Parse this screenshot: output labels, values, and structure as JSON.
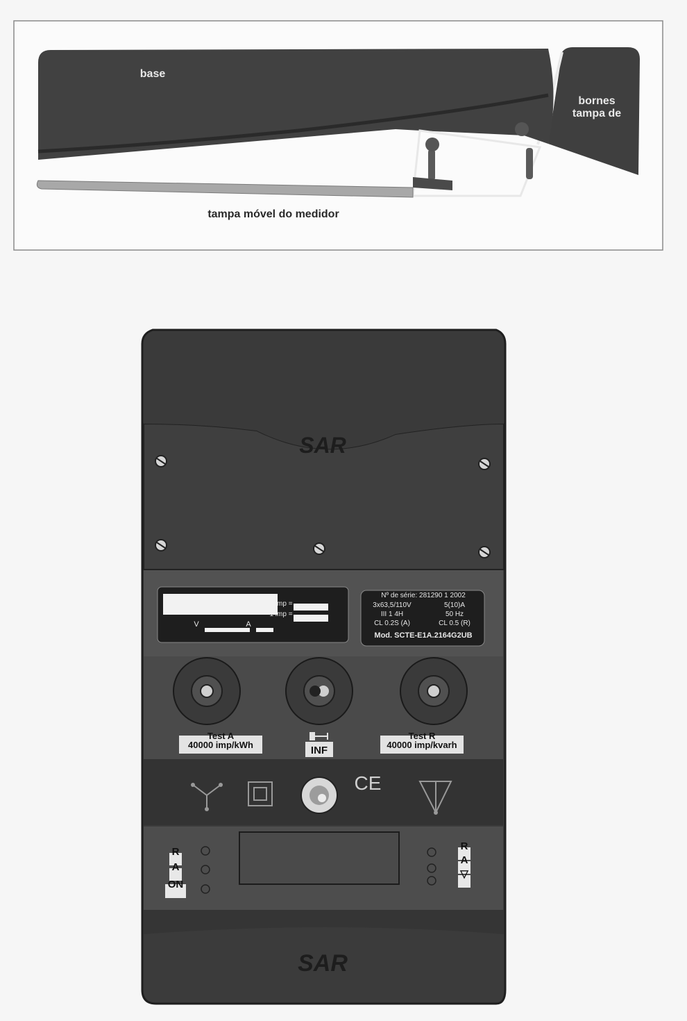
{
  "side_view": {
    "labels": {
      "meter_cover": "tampa móvel do medidor",
      "terminal_cover_line1": "tampa de",
      "terminal_cover_line2": "bornes",
      "base": "base"
    }
  },
  "front_view": {
    "logo_text": "SAR",
    "nameplate": {
      "model": "Mod. SCTE-E1A.2164G2UB",
      "class_a": "CL 0.2S (A)",
      "class_r": "CL 0.5 (R)",
      "wiring": "III  1  4H",
      "frequency": "50 Hz",
      "voltage": "3x63,5/110V",
      "current": "5(10)A",
      "serial": "Nº de série:  281290  1  2002"
    },
    "info_panel": {
      "imp_label_1": "1 imp =",
      "imp_label_2": "1 imp =",
      "volt_unit": "V",
      "amp_unit": "A"
    },
    "test_outputs": {
      "left_const": "40000 imp/kvarh",
      "left_label": "Test R",
      "right_const": "40000 imp/kWh",
      "right_label": "Test A",
      "inf_label": "INF"
    },
    "symbols": {
      "ce": "CE"
    },
    "led_indicators": {
      "left": [
        "▽",
        "A",
        "R"
      ],
      "right": [
        "ON",
        "A",
        "R"
      ]
    }
  },
  "colors": {
    "body_dark": "#3f3f3f",
    "body_mid": "#4d4d4d",
    "line_light": "#bcbcbc",
    "cover_light": "#a8a8a8"
  }
}
